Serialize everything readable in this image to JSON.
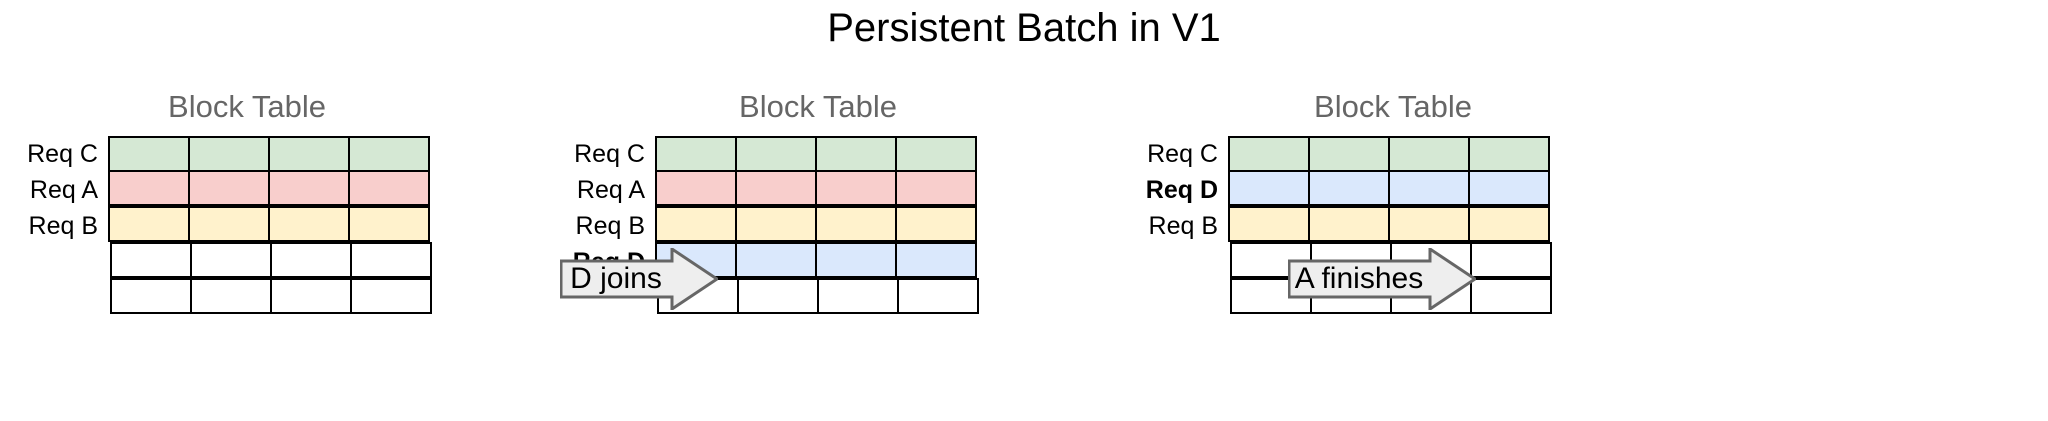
{
  "title": "Persistent Batch in V1",
  "colors": {
    "green": "#d5e8d4",
    "pink": "#f8cecc",
    "yellow": "#fff2cc",
    "blue": "#dae8fc",
    "empty": "#ffffff",
    "border": "#000000",
    "title_gray": "#666666",
    "arrow_fill": "#eeeeee",
    "arrow_stroke": "#666666"
  },
  "panels": [
    {
      "title": "Block Table",
      "columns": 4,
      "rows": [
        {
          "label": "Req C",
          "bold": false,
          "color": "green"
        },
        {
          "label": "Req A",
          "bold": false,
          "color": "pink"
        },
        {
          "label": "Req B",
          "bold": false,
          "color": "yellow"
        },
        {
          "label": "",
          "bold": false,
          "color": "empty"
        },
        {
          "label": "",
          "bold": false,
          "color": "empty"
        }
      ]
    },
    {
      "title": "Block Table",
      "columns": 4,
      "rows": [
        {
          "label": "Req C",
          "bold": false,
          "color": "green"
        },
        {
          "label": "Req A",
          "bold": false,
          "color": "pink"
        },
        {
          "label": "Req B",
          "bold": false,
          "color": "yellow"
        },
        {
          "label": "Req D",
          "bold": true,
          "color": "blue"
        },
        {
          "label": "",
          "bold": false,
          "color": "empty"
        }
      ]
    },
    {
      "title": "Block Table",
      "columns": 4,
      "rows": [
        {
          "label": "Req C",
          "bold": false,
          "color": "green"
        },
        {
          "label": "Req D",
          "bold": true,
          "color": "blue"
        },
        {
          "label": "Req B",
          "bold": false,
          "color": "yellow"
        },
        {
          "label": "",
          "bold": false,
          "color": "empty"
        },
        {
          "label": "",
          "bold": false,
          "color": "empty"
        }
      ]
    }
  ],
  "arrows": [
    {
      "label": "D joins"
    },
    {
      "label": "A finishes"
    }
  ],
  "layout": {
    "panel_lefts": [
      110,
      657,
      1230
    ],
    "panel_title_centers": [
      247,
      818,
      1393
    ],
    "arrow_lefts": [
      560,
      1288
    ],
    "arrow_widths": [
      158,
      188
    ],
    "arrow_tops": [
      248,
      248
    ]
  }
}
